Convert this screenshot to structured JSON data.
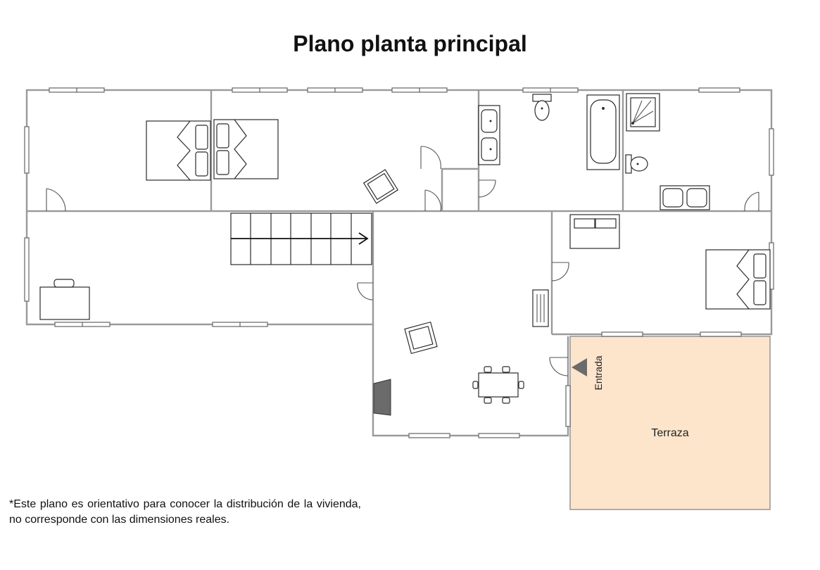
{
  "title": "Plano planta principal",
  "labels": {
    "terrace": "Terraza",
    "entrance": "Entrada"
  },
  "note": "*Este plano es orientativo para conocer la distribución de la vivienda, no corresponde con las dimensiones reales.",
  "colors": {
    "terrace_fill": "#fde5cc",
    "wall": "#9a9a9a",
    "entrance_marker": "#6b6b6b",
    "fireplace": "#6b6b6b"
  }
}
